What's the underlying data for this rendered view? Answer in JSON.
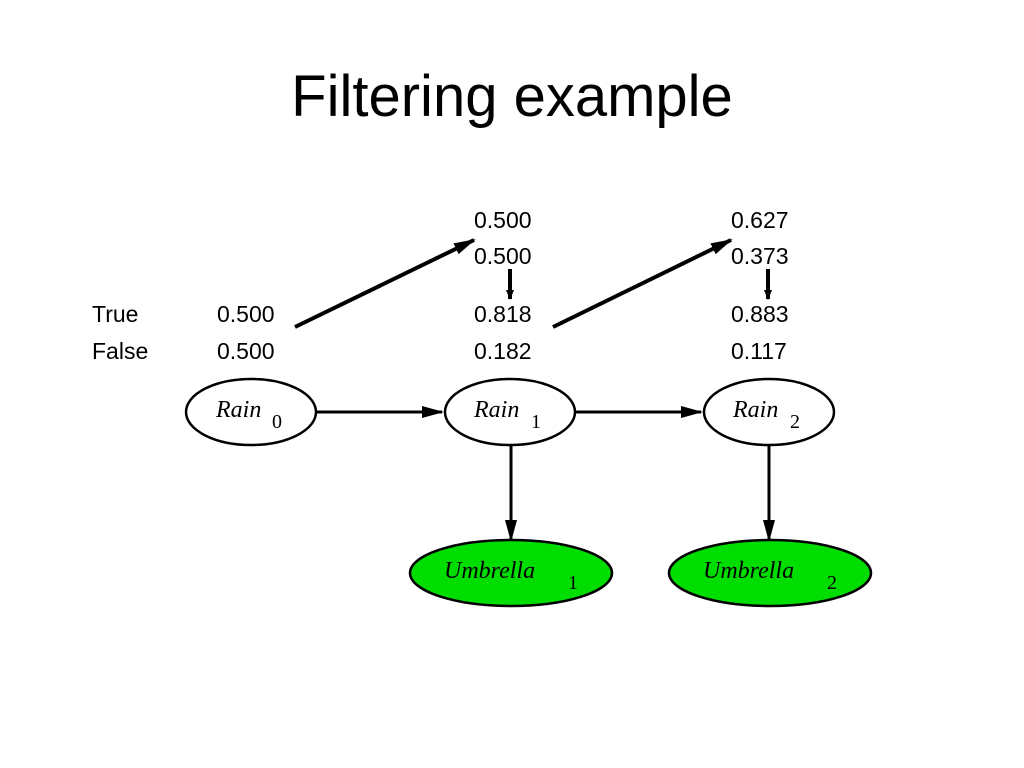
{
  "title": "Filtering example",
  "row_labels": {
    "true": "True",
    "false": "False"
  },
  "values": {
    "t0_true": "0.500",
    "t0_false": "0.500",
    "t1_pred_true": "0.500",
    "t1_pred_false": "0.500",
    "t1_true": "0.818",
    "t1_false": "0.182",
    "t2_pred_true": "0.627",
    "t2_pred_false": "0.373",
    "t2_true": "0.883",
    "t2_false": "0.117"
  },
  "nodes": {
    "rain0": {
      "name": "Rain",
      "sub": "0"
    },
    "rain1": {
      "name": "Rain",
      "sub": "1"
    },
    "rain2": {
      "name": "Rain",
      "sub": "2"
    },
    "umbrella1": {
      "name": "Umbrella",
      "sub": "1"
    },
    "umbrella2": {
      "name": "Umbrella",
      "sub": "2"
    }
  },
  "colors": {
    "evidence_fill": "#00dd00",
    "node_fill": "#ffffff",
    "stroke": "#000000"
  }
}
